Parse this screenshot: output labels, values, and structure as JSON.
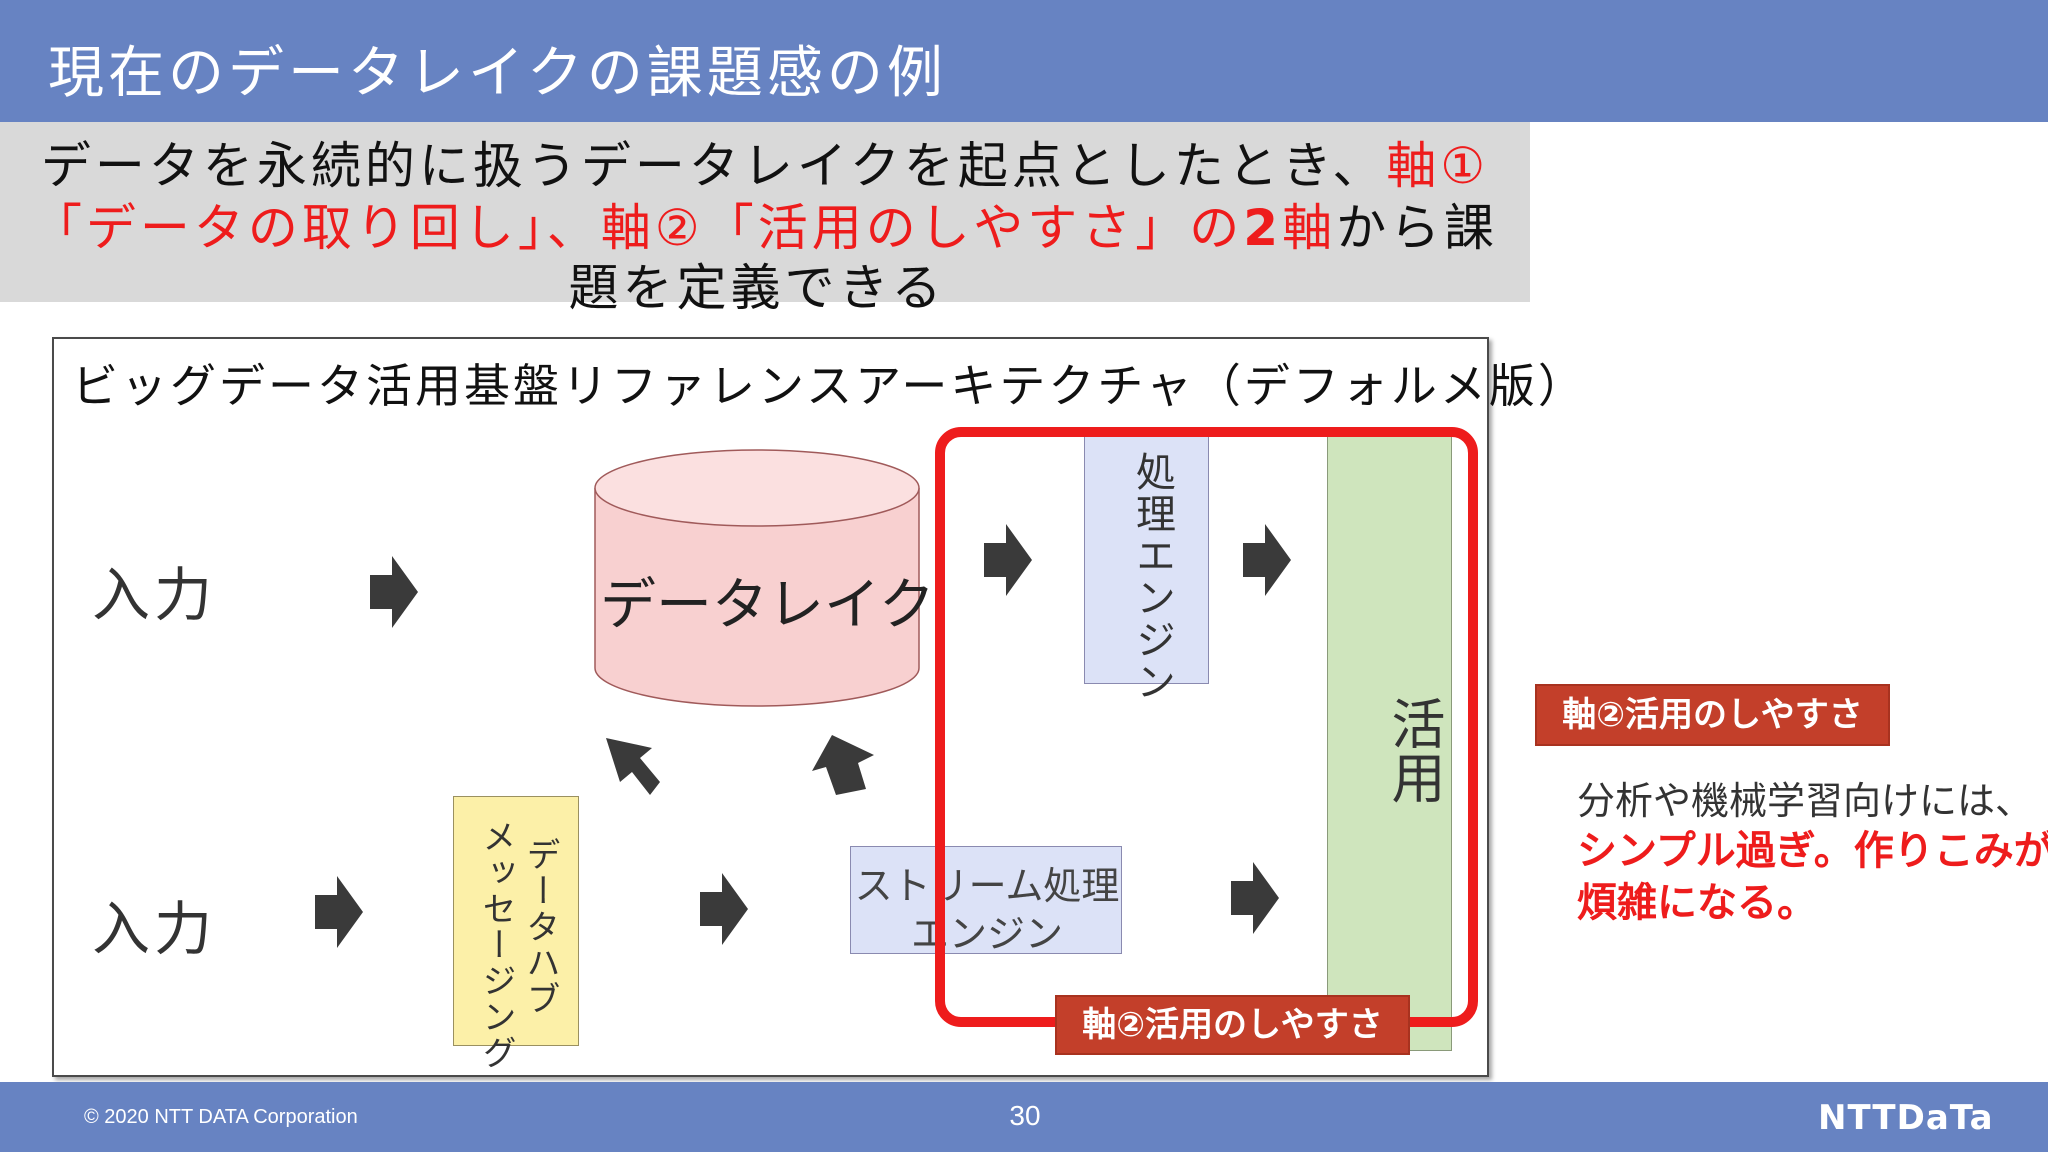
{
  "header": {
    "title": "現在のデータレイクの課題感の例"
  },
  "lead": {
    "line1_black": "データを永続的に扱うデータレイクを起点としたとき、",
    "line1_red": "軸①",
    "line2_red1": "「データの取り回し」、軸②「活用のしやすさ」の",
    "line2_red_bold": "2",
    "line2_red2": "軸",
    "line2_black": "から課",
    "line3": "題を定義できる"
  },
  "diagram": {
    "title": "ビッグデータ活用基盤リファレンスアーキテクチャ（デフォルメ版）",
    "input_top": "入力",
    "input_bottom": "入力",
    "datalake": "データレイク",
    "processing_engine": "処理エンジン",
    "hub_line1": "データハブ",
    "hub_line2": "メッセージング",
    "stream_line1": "ストリーム処理",
    "stream_line2": "エンジン",
    "use": "活用",
    "axis_badge": "軸②活用のしやすさ"
  },
  "side": {
    "badge": "軸②活用のしやすさ",
    "note_line1": "分析や機械学習向けには、",
    "note_line2": "シンプル過ぎ。作りこみが",
    "note_line3": "煩雑になる。"
  },
  "colors": {
    "header": "#6783c2",
    "accent_red": "#ee1c1c",
    "badge": "#c33f2a",
    "datalake_fill": "#f8d0d0",
    "engine_fill": "#dce2f7",
    "hub_fill": "#fcf0a8",
    "use_fill": "#cfe5bd"
  },
  "footer": {
    "copyright": "© 2020 NTT DATA Corporation",
    "page": "30",
    "logo": "NTTDaTa"
  }
}
